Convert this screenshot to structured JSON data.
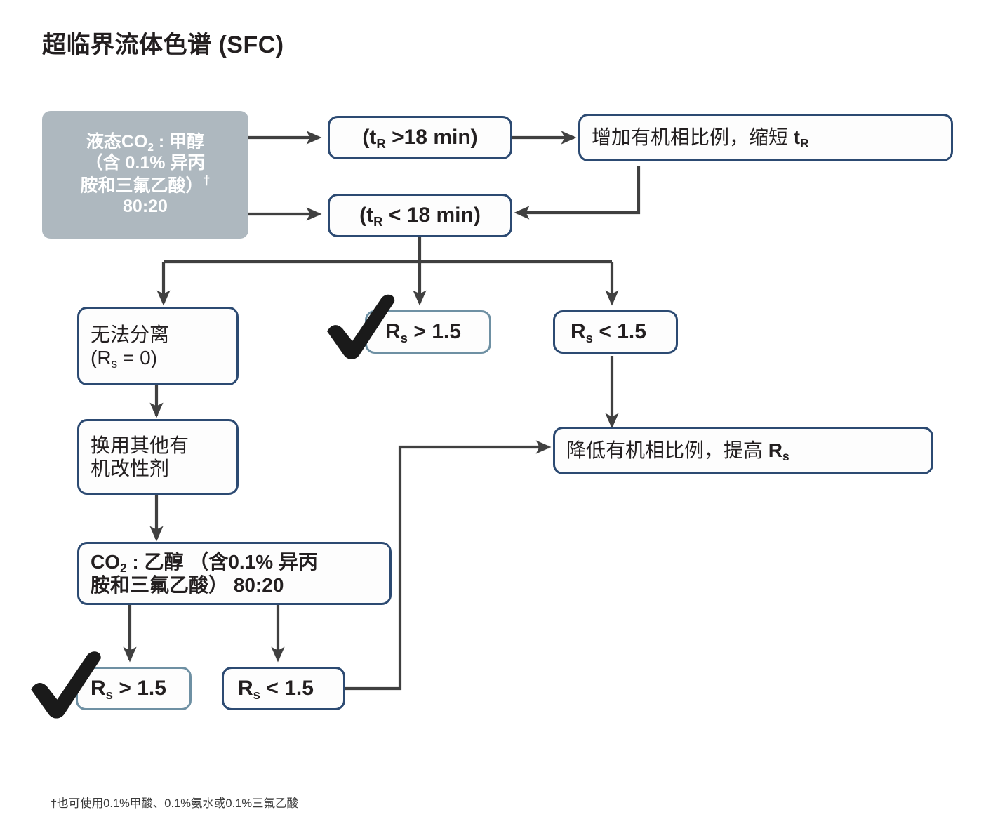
{
  "diagram": {
    "title": "超临界流体色谱 (SFC)",
    "footnote": "†也可使用0.1%甲酸、0.1%氨水或0.1%三氟乙酸",
    "colors": {
      "node_border": "#2c4a72",
      "node_border_light": "#6e90a3",
      "start_fill": "#aeb8bf",
      "edge": "#404040",
      "text": "#231f20"
    },
    "nodes": {
      "start": {
        "line1": "液态CO",
        "sub1": "2",
        "line1b": " : 甲醇",
        "line2": "（含 0.1% 异丙",
        "line3": "胺和三氟乙酸）",
        "dagger": "†",
        "line4": "80:20"
      },
      "tr_gt": {
        "pre": "(t",
        "sub": "R",
        "post": " >18 min)"
      },
      "tr_lt": {
        "pre": "(t",
        "sub": "R",
        "post": " < 18 min)"
      },
      "increase_organic": {
        "pre": "增加有机相比例，缩短 ",
        "sym": "t",
        "sub": "R"
      },
      "decrease_organic": {
        "pre": "降低有机相比例，提高 ",
        "sym": "R",
        "sub": "s"
      },
      "no_separation": {
        "line1": "无法分离",
        "pre": "(R",
        "sub": "s",
        "post": " = 0)"
      },
      "rs_gt_mid": {
        "pre": "R",
        "sub": "s",
        "post": " > 1.5"
      },
      "rs_lt_mid": {
        "pre": "R",
        "sub": "s",
        "post": " < 1.5"
      },
      "change_modifier": {
        "line1": "换用其他有",
        "line2": "机改性剂"
      },
      "co2_ethanol": {
        "pre": "CO",
        "sub": "2",
        "line1": " : 乙醇 （含0.1% 异丙",
        "line2": "胺和三氟乙酸） 80:20"
      },
      "rs_gt_bottom": {
        "pre": "R",
        "sub": "s",
        "post": " > 1.5"
      },
      "rs_lt_bottom": {
        "pre": "R",
        "sub": "s",
        "post": " < 1.5"
      }
    },
    "icons": {
      "check_mid": "check-mark-icon",
      "check_bottom": "check-mark-icon"
    }
  }
}
